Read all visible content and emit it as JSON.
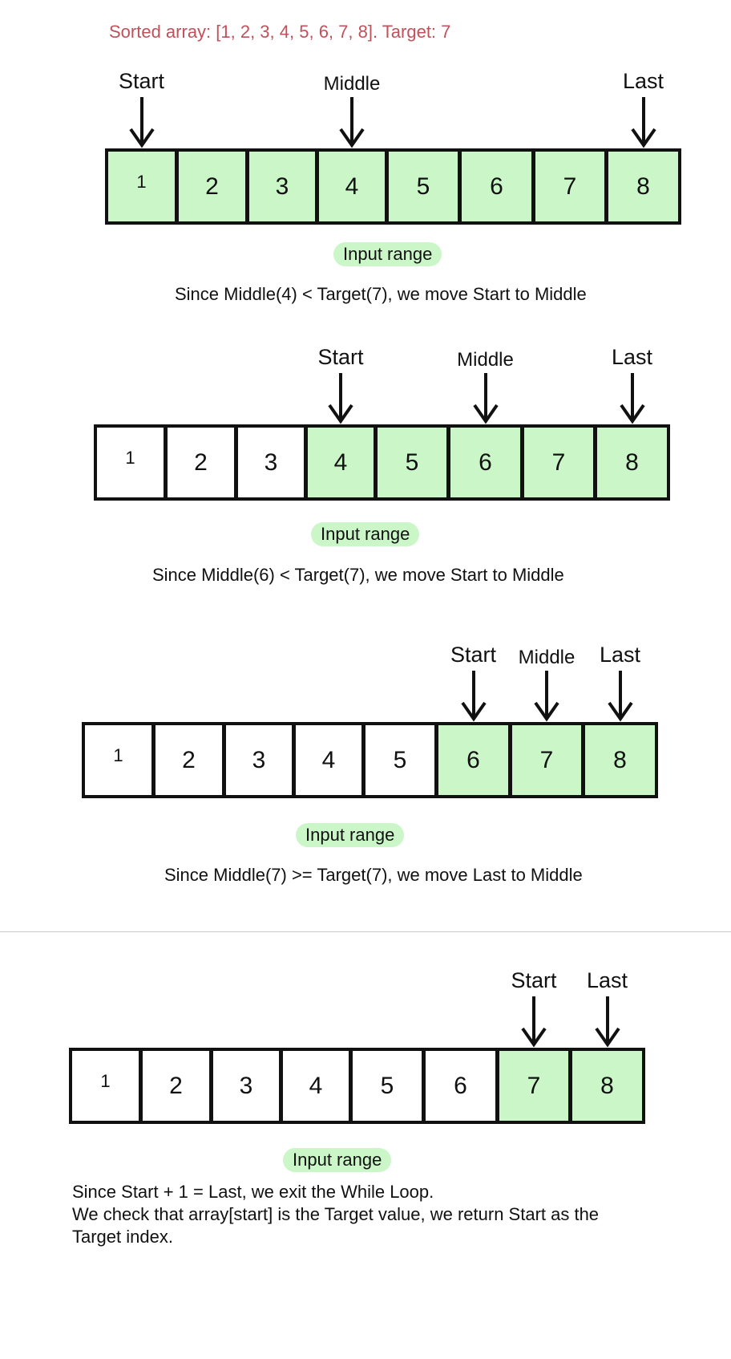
{
  "header": "Sorted array: [1, 2, 3, 4, 5, 6, 7, 8].  Target: 7",
  "range_label": "Input range",
  "steps": [
    {
      "values": [
        "1",
        "2",
        "3",
        "4",
        "5",
        "6",
        "7",
        "8"
      ],
      "in_range": [
        true,
        true,
        true,
        true,
        true,
        true,
        true,
        true
      ],
      "pointers": [
        {
          "label": "Start",
          "index": 0
        },
        {
          "label": "Middle",
          "index": 3
        },
        {
          "label": "Last",
          "index": 7
        }
      ],
      "note": "Since Middle(4) < Target(7), we move Start to Middle"
    },
    {
      "values": [
        "1",
        "2",
        "3",
        "4",
        "5",
        "6",
        "7",
        "8"
      ],
      "in_range": [
        false,
        false,
        false,
        true,
        true,
        true,
        true,
        true
      ],
      "pointers": [
        {
          "label": "Start",
          "index": 3
        },
        {
          "label": "Middle",
          "index": 5
        },
        {
          "label": "Last",
          "index": 7
        }
      ],
      "note": "Since Middle(6) < Target(7), we move Start to Middle"
    },
    {
      "values": [
        "1",
        "2",
        "3",
        "4",
        "5",
        "6",
        "7",
        "8"
      ],
      "in_range": [
        false,
        false,
        false,
        false,
        false,
        true,
        true,
        true
      ],
      "pointers": [
        {
          "label": "Start",
          "index": 5
        },
        {
          "label": "Middle",
          "index": 6
        },
        {
          "label": "Last",
          "index": 7
        }
      ],
      "note": "Since Middle(7) >= Target(7), we move Last to Middle"
    },
    {
      "values": [
        "1",
        "2",
        "3",
        "4",
        "5",
        "6",
        "7",
        "8"
      ],
      "in_range": [
        false,
        false,
        false,
        false,
        false,
        false,
        true,
        true
      ],
      "pointers": [
        {
          "label": "Start",
          "index": 6
        },
        {
          "label": "Last",
          "index": 7
        }
      ],
      "note": ""
    }
  ],
  "final_note": [
    "Since Start + 1 = Last, we exit the While Loop.",
    "We check that array[start] is the Target value, we return Start as the",
    "Target index."
  ]
}
